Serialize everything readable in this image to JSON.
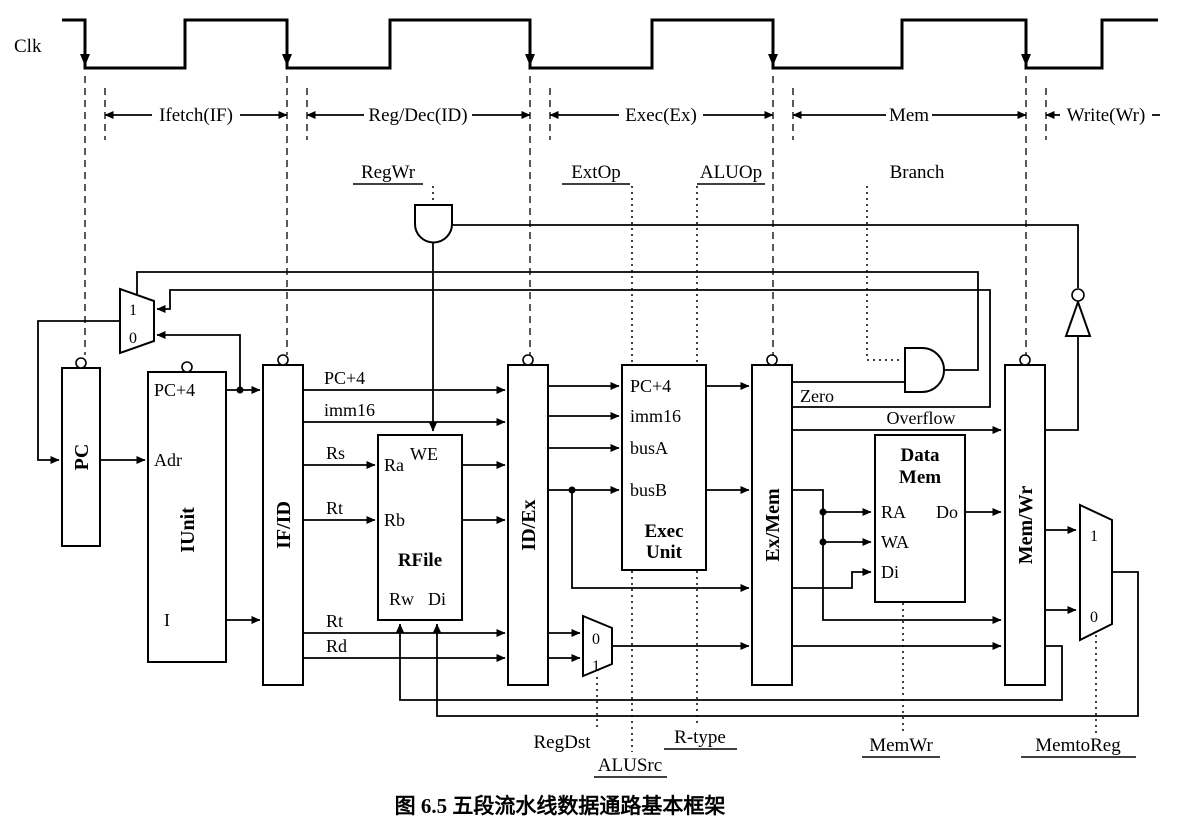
{
  "caption": "图 6.5  五段流水线数据通路基本框架",
  "clock": {
    "label": "Clk"
  },
  "stages": [
    "Ifetch(IF)",
    "Reg/Dec(ID)",
    "Exec(Ex)",
    "Mem",
    "Write(Wr)"
  ],
  "controls": {
    "regwr": "RegWr",
    "extop": "ExtOp",
    "aluop": "ALUOp",
    "branch": "Branch",
    "regdst": "RegDst",
    "alusrc": "ALUSrc",
    "rtype": "R-type",
    "memwr": "MemWr",
    "memtoreg": "MemtoReg"
  },
  "blocks": {
    "pc": "PC",
    "iunit": {
      "name": "IUnit",
      "pc4": "PC+4",
      "adr": "Adr",
      "i": "I"
    },
    "ifid": "IF/ID",
    "rfile": {
      "name": "RFile",
      "we": "WE",
      "ra": "Ra",
      "rb": "Rb",
      "rw": "Rw",
      "di": "Di"
    },
    "idex": "ID/Ex",
    "exec": {
      "name1": "Exec",
      "name2": "Unit",
      "pc4": "PC+4",
      "imm16": "imm16",
      "busa": "busA",
      "busb": "busB"
    },
    "exmem": "Ex/Mem",
    "datamem": {
      "name1": "Data",
      "name2": "Mem",
      "ra": "RA",
      "wa": "WA",
      "di": "Di",
      "dout": "Do"
    },
    "memwr": "Mem/Wr"
  },
  "wires": {
    "pc4": "PC+4",
    "imm16": "imm16",
    "rs": "Rs",
    "rt": "Rt",
    "rd": "Rd",
    "zero": "Zero",
    "overflow": "Overflow"
  },
  "mux": {
    "one": "1",
    "zero": "0"
  }
}
